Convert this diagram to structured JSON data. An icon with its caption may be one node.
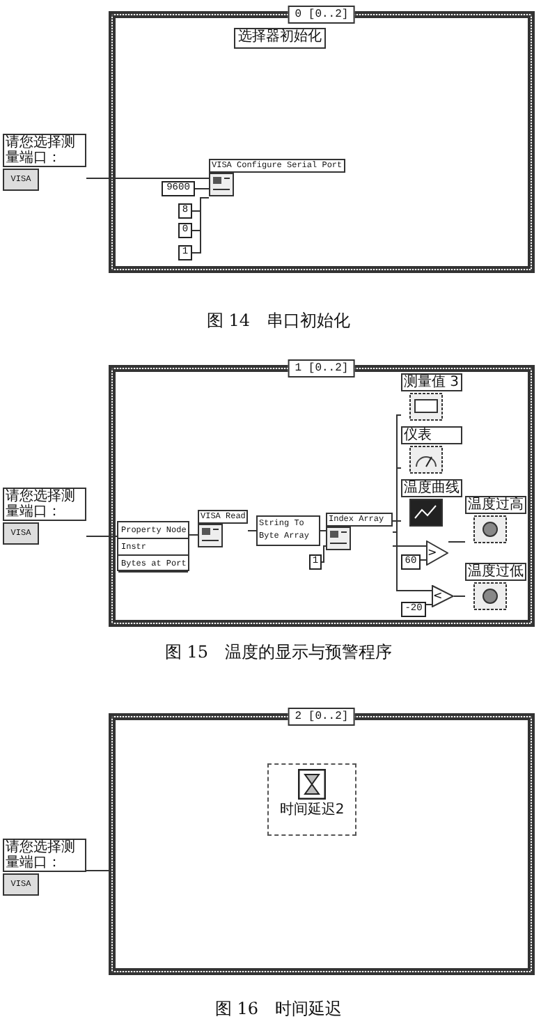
{
  "diagram": {
    "nodes": [
      {
        "text": [
          "0 [0..2]"
        ]
      },
      {
        "text": [
          "选择器初始化"
        ],
        "in": 0
      },
      {
        "text": [
          "请您选择测量端口：",
          "VISA"
        ]
      },
      {
        "text": [
          "VISA Configure Serial Port"
        ],
        "in": 0
      },
      {
        "text": [
          "9600"
        ],
        "in": 0
      },
      {
        "text": [
          "8"
        ],
        "in": 0
      },
      {
        "text": [
          "0"
        ],
        "in": 0
      },
      {
        "text": [
          "1"
        ],
        "in": 0
      },
      {
        "text": [
          "1 [0..2]"
        ]
      },
      {
        "text": [
          "请您选择测量端口：",
          "VISA"
        ]
      },
      {
        "text": [
          "Property Node",
          "Instr",
          "Bytes at Port"
        ],
        "in": 8
      },
      {
        "text": [
          "VISA Read"
        ],
        "in": 8
      },
      {
        "text": [
          "String To Byte Array"
        ],
        "in": 8
      },
      {
        "text": [
          "Index Array"
        ],
        "in": 8
      },
      {
        "text": [
          "1"
        ],
        "in": 8
      },
      {
        "text": [
          "测量值 3"
        ],
        "in": 8
      },
      {
        "text": [
          "仪表"
        ],
        "in": 8
      },
      {
        "text": [
          "温度曲线"
        ],
        "in": 8
      },
      {
        "text": [
          "60"
        ],
        "in": 8
      },
      {
        "text": [
          ">"
        ],
        "in": 8
      },
      {
        "text": [
          "温度过高"
        ],
        "in": 8
      },
      {
        "text": [
          "-20"
        ],
        "in": 8
      },
      {
        "text": [
          "<"
        ],
        "in": 8
      },
      {
        "text": [
          "温度过低"
        ],
        "in": 8
      },
      {
        "text": [
          "2 [0..2]"
        ]
      },
      {
        "text": [
          "请您选择测量端口：",
          "VISA"
        ]
      },
      {
        "text": [
          "时间延迟2"
        ],
        "in": 24
      }
    ],
    "edges": [
      {
        "from": 2,
        "to": 3,
        "arrow": "none"
      },
      {
        "from": 4,
        "to": 3,
        "arrow": "none"
      },
      {
        "from": 5,
        "to": 3,
        "arrow": "none"
      },
      {
        "from": 6,
        "to": 3,
        "arrow": "none"
      },
      {
        "from": 7,
        "to": 3,
        "arrow": "none"
      },
      {
        "from": 9,
        "to": 10,
        "arrow": "none"
      },
      {
        "from": 10,
        "to": 11,
        "arrow": "none"
      },
      {
        "from": 11,
        "to": 12,
        "arrow": "none"
      },
      {
        "from": 12,
        "to": 13,
        "arrow": "none"
      },
      {
        "from": 14,
        "to": 13,
        "arrow": "none"
      },
      {
        "from": 13,
        "to": 15,
        "arrow": "none"
      },
      {
        "from": 13,
        "to": 16,
        "arrow": "none"
      },
      {
        "from": 13,
        "to": 17,
        "arrow": "none"
      },
      {
        "from": 13,
        "to": 19,
        "arrow": "none"
      },
      {
        "from": 18,
        "to": 19,
        "arrow": "none"
      },
      {
        "from": 19,
        "to": 20,
        "arrow": "none"
      },
      {
        "from": 13,
        "to": 22,
        "arrow": "none"
      },
      {
        "from": 21,
        "to": 22,
        "arrow": "none"
      },
      {
        "from": 22,
        "to": 23,
        "arrow": "none"
      },
      {
        "from": 25,
        "to": 24,
        "arrow": "none"
      }
    ],
    "labels": [
      "图 14　串口初始化",
      "图 15　温度的显示与预警程序",
      "图 16　时间延迟"
    ]
  }
}
